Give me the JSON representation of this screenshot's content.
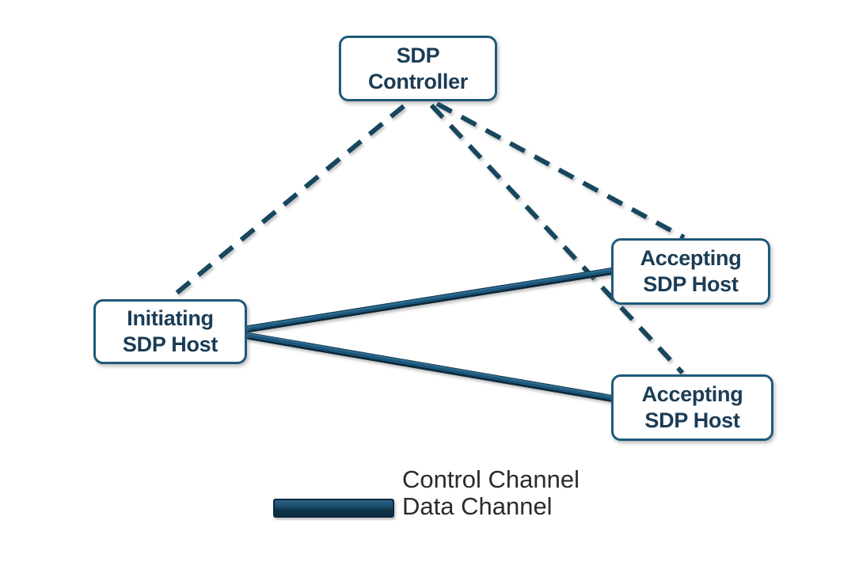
{
  "diagram": {
    "type": "network-architecture",
    "subject": "Software Defined Perimeter topology",
    "nodes": {
      "controller": {
        "line1": "SDP",
        "line2": "Controller"
      },
      "initiating_host": {
        "line1": "Initiating",
        "line2": "SDP Host"
      },
      "accepting_host_top": {
        "line1": "Accepting",
        "line2": "SDP Host"
      },
      "accepting_host_bottom": {
        "line1": "Accepting",
        "line2": "SDP Host"
      }
    },
    "edges": [
      {
        "from": "controller",
        "to": "initiating_host",
        "channel": "control",
        "style": "dashed"
      },
      {
        "from": "controller",
        "to": "accepting_host_top",
        "channel": "control",
        "style": "dashed"
      },
      {
        "from": "controller",
        "to": "accepting_host_bottom",
        "channel": "control",
        "style": "dashed"
      },
      {
        "from": "initiating_host",
        "to": "accepting_host_top",
        "channel": "data",
        "style": "thick-solid"
      },
      {
        "from": "initiating_host",
        "to": "accepting_host_bottom",
        "channel": "data",
        "style": "thick-solid"
      }
    ],
    "legend": {
      "control_label": "Control Channel",
      "data_label": "Data Channel"
    },
    "colors": {
      "dashed_line": "#16465f",
      "box_border": "#1e5a79",
      "box_text": "#1b3c55",
      "data_line_core": "#1c567a",
      "data_line_edge": "#0b2a3d",
      "data_line_highlight": "#2e6d92",
      "legend_text": "#2b2b2b",
      "background": "#ffffff"
    }
  }
}
